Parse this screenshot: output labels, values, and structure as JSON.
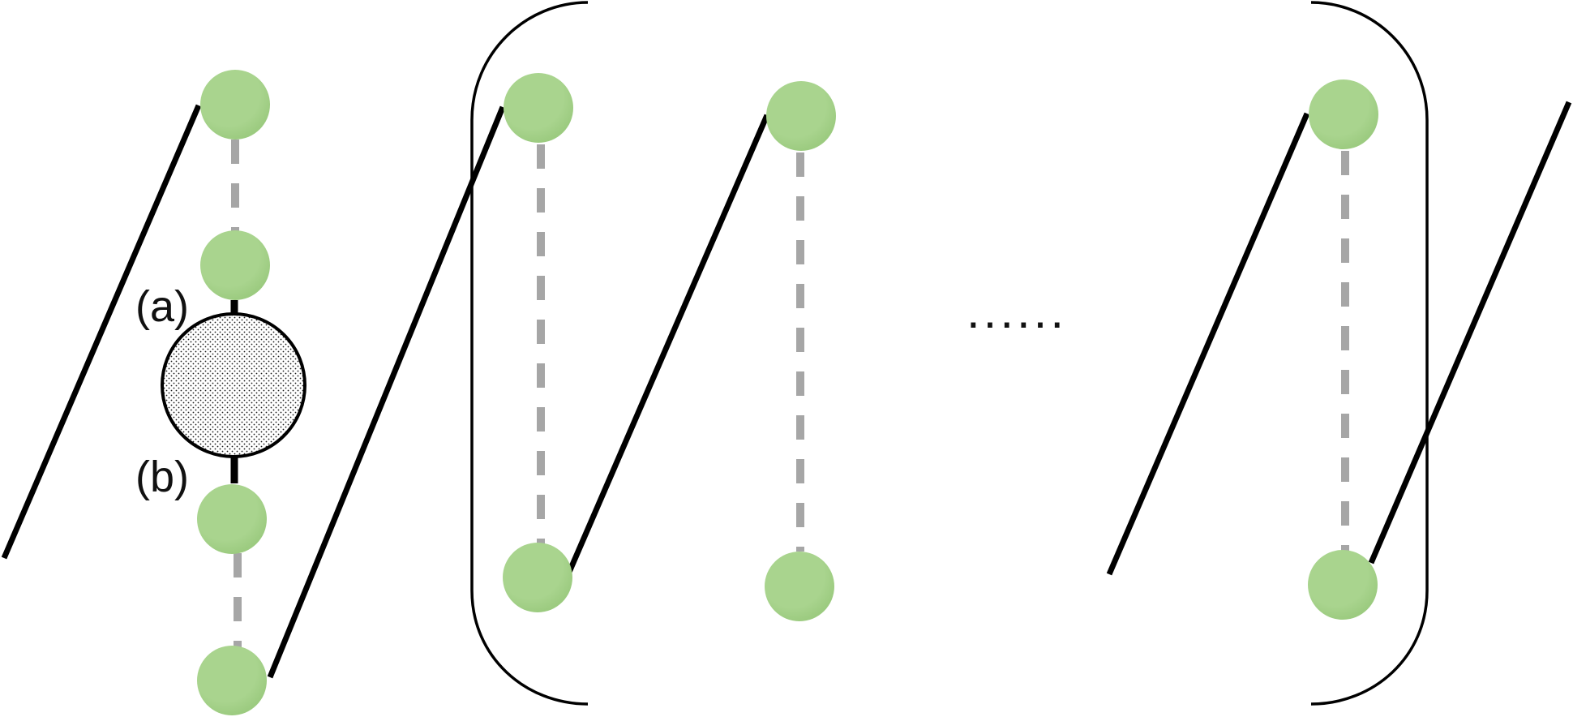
{
  "labels": {
    "a": "(a)",
    "b": "(b)",
    "ellipsis": "......"
  },
  "colors": {
    "node_fill": "#a9d48e",
    "node_highlight": "#c4e3ae",
    "dashed_link": "#a6a6a6",
    "solid_link": "#000000",
    "big_node_stipple": "#1a1a1a",
    "bracket": "#000000"
  },
  "elements": {
    "nodes": "green-circles",
    "dashed_links": "vertical-gray-dashed",
    "solid_links": "diagonal-black",
    "central_node": "stippled-circle",
    "group_bracket": "rounded-parentheses"
  }
}
